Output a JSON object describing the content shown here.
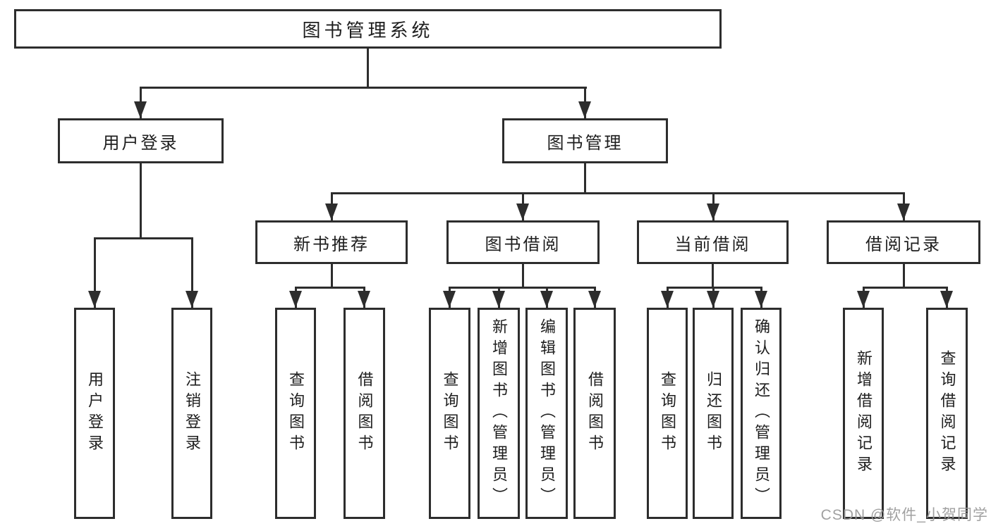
{
  "title": "图书管理系统",
  "tree": {
    "root": {
      "label": "图书管理系统"
    },
    "branches": [
      {
        "label": "用户登录",
        "children": [
          {
            "label": "用户登录"
          },
          {
            "label": "注销登录"
          }
        ]
      },
      {
        "label": "图书管理",
        "children": [
          {
            "label": "新书推荐",
            "children": [
              {
                "label": "查询图书"
              },
              {
                "label": "借阅图书"
              }
            ]
          },
          {
            "label": "图书借阅",
            "children": [
              {
                "label": "查询图书"
              },
              {
                "label": "新增图书（管理员）"
              },
              {
                "label": "编辑图书（管理员）"
              },
              {
                "label": "借阅图书"
              }
            ]
          },
          {
            "label": "当前借阅",
            "children": [
              {
                "label": "查询图书"
              },
              {
                "label": "归还图书"
              },
              {
                "label": "确认归还（管理员）"
              }
            ]
          },
          {
            "label": "借阅记录",
            "children": [
              {
                "label": "新增借阅记录"
              },
              {
                "label": "查询借阅记录"
              }
            ]
          }
        ]
      }
    ]
  },
  "watermark": {
    "text": "CSDN @软件_小贺同学"
  },
  "colors": {
    "line": "#2d2d2d",
    "text": "#1e1e1e",
    "background": "#ffffff",
    "watermark": "#999999"
  }
}
